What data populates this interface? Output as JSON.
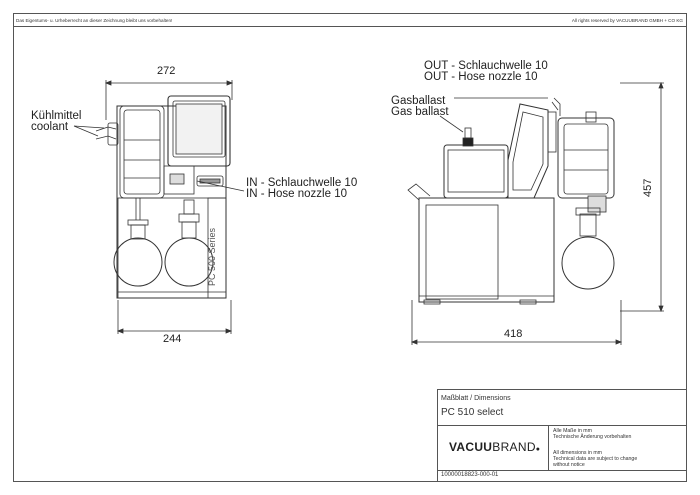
{
  "header": {
    "left_notice": "Das Eigentums- u. Urheberrecht an dieser Zeichnung bleibt uns vorbehalten!",
    "right_notice": "All rights reserved by VACUUBRAND GMBH + CO KG"
  },
  "dimensions": {
    "front_top_width": "272",
    "front_bottom_width": "244",
    "side_width": "418",
    "side_height": "457"
  },
  "labels": {
    "coolant_de": "Kühlmittel",
    "coolant_en": "coolant",
    "in_de": "IN - Schlauchwelle 10",
    "in_en": "IN - Hose nozzle 10",
    "out_de": "OUT - Schlauchwelle 10",
    "out_en": "OUT - Hose nozzle 10",
    "gasballast_de": "Gasballast",
    "gasballast_en": "Gas ballast",
    "series_print": "PC 500 Series"
  },
  "title_block": {
    "sheet_label": "Maßblatt / Dimensions",
    "product": "PC 510 select",
    "brand_bold": "VACUU",
    "brand_rest": "BRAND",
    "note_de_1": "Alle Maße in mm",
    "note_de_2": "Technische Änderung vorbehalten",
    "note_en_1": "All dimensions in mm",
    "note_en_2": "Technical data are subject to change",
    "note_en_3": "without notice",
    "doc_number": "10000018823-000-01"
  }
}
